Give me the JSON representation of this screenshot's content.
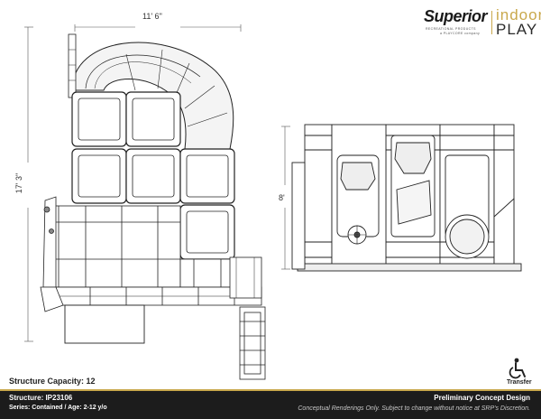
{
  "dimensions": {
    "width_label": "11' 6\"",
    "depth_label": "17' 3\"",
    "height_label": "8'"
  },
  "logo": {
    "brand": "Superior",
    "brand_tag": "RECREATIONAL PRODUCTS",
    "brand_sub": "a PLAYCORE company",
    "product_line_1": "indoor",
    "product_line_2": "PLAY",
    "accent_color": "#c9a84c"
  },
  "capacity": {
    "label": "Structure Capacity: 12"
  },
  "accessibility": {
    "icon": "wheelchair-icon",
    "label": "Transfer"
  },
  "footer": {
    "structure": "Structure: IP23106",
    "series": "Series: Contained / Age: 2-12 y/o",
    "design_title": "Preliminary Concept Design",
    "disclaimer": "Conceptual Renderings Only. Subject to change without notice at SRP's Discretion."
  }
}
